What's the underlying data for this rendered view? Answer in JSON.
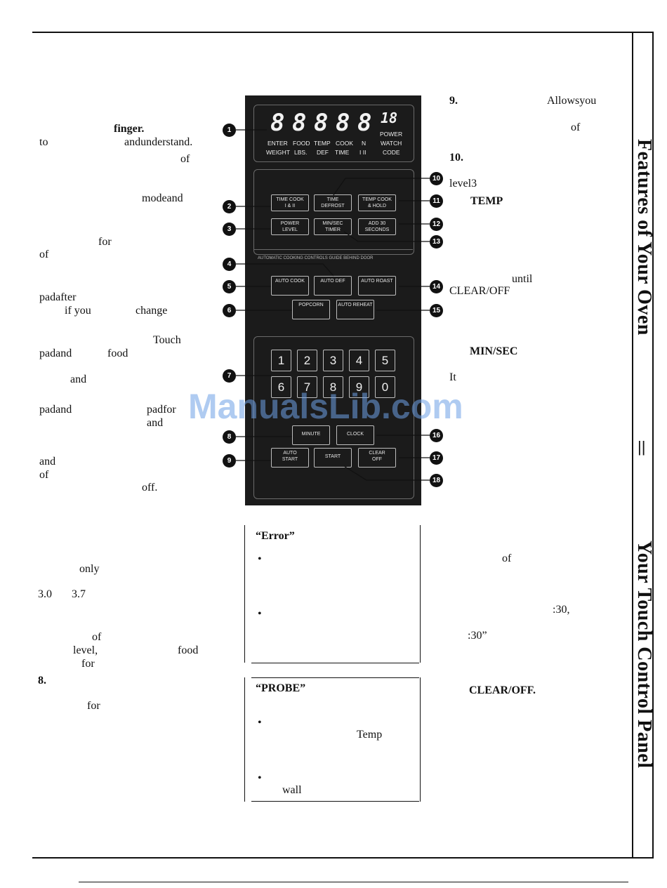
{
  "side_tab": {
    "upper": "Features of Your Oven",
    "lower": "Your Touch Control Panel",
    "sep": "||"
  },
  "left_col": [
    "finger.",
    "to",
    "andunderstand.",
    "of",
    "modeand",
    "for",
    "of",
    "padafter",
    "if you",
    "change",
    "Touch",
    "padand",
    "food",
    "and",
    "padand",
    "padfor",
    "and",
    "and",
    "of",
    "off.",
    "only",
    "3.0",
    "3.7",
    "of",
    "level,",
    "food",
    "for",
    "8.",
    "for"
  ],
  "right_col": [
    "9.",
    "Allowsyou",
    "of",
    "10.",
    "level3",
    "TEMP",
    "until",
    "CLEAR/OFF",
    "MIN/SEC",
    "It",
    "of",
    ":30,",
    ":30”",
    "CLEAR/OFF."
  ],
  "boxes": {
    "error_title": "“Error”",
    "probe_title": "“PROBE”",
    "probe_temp": "Temp",
    "probe_wall": "wall",
    "bullet": "•"
  },
  "panel": {
    "lcd_digits": [
      "8",
      "8",
      "8",
      "8",
      "8"
    ],
    "lcd_small": "18",
    "lcd_top": [
      "ENTER",
      "FOOD",
      "TEMP",
      "COOK",
      "N",
      "POWER"
    ],
    "lcd_top2": [
      "WEIGHT",
      "LBS.",
      "DEF",
      "TIME",
      "I  II",
      "WATCH",
      "CODE"
    ],
    "buttons": {
      "time_cook": "TIME COOK\nI & II",
      "time_defrost": "TIME\nDEFROST",
      "temp_cook": "TEMP COOK\n& HOLD",
      "power_level": "POWER\nLEVEL",
      "min_sec": "MIN/SEC\nTIMER",
      "add_30": "ADD 30\nSECONDS",
      "auto_cook": "AUTO COOK",
      "auto_def": "AUTO DEF",
      "auto_roast": "AUTO ROAST",
      "popcorn": "POPCORN",
      "auto_reheat": "AUTO REHEAT",
      "minute": "MINUTE",
      "clock": "CLOCK",
      "auto_start": "AUTO\nSTART",
      "start": "START",
      "clear_off": "CLEAR\nOFF"
    },
    "auto_caption": "AUTOMATIC COOKING CONTROLS GUIDE BEHIND DOOR",
    "keys": [
      "1",
      "2",
      "3",
      "4",
      "5",
      "6",
      "7",
      "8",
      "9",
      "0"
    ]
  },
  "callouts": [
    "1",
    "2",
    "3",
    "4",
    "5",
    "6",
    "7",
    "8",
    "9",
    "10",
    "11",
    "12",
    "13",
    "14",
    "15",
    "16",
    "17",
    "18"
  ],
  "watermark": "ManualsLib.com"
}
